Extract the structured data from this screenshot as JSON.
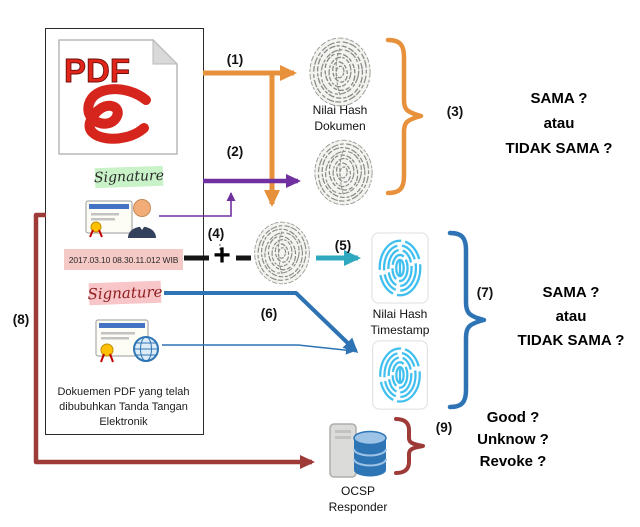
{
  "diagram": {
    "document_box": {
      "pdf_label": "PDF",
      "signature_green": "Signature",
      "signature_pink": "Signature",
      "timestamp": "2017.03.10 08.30.11.012 WIB",
      "caption": "Dokuemen PDF yang telah dibubuhkan Tanda Tangan Elektronik"
    },
    "steps": {
      "s1": "(1)",
      "s2": "(2)",
      "s3": "(3)",
      "s4": "(4)",
      "s5": "(5)",
      "s6": "(6)",
      "s7": "(7)",
      "s8": "(8)",
      "s9": "(9)"
    },
    "plus": "+",
    "nodes": {
      "hash_dokumen": {
        "line1": "Nilai Hash",
        "line2": "Dokumen"
      },
      "hash_timestamp": {
        "line1": "Nilai Hash",
        "line2": "Timestamp"
      },
      "ocsp": {
        "line1": "OCSP",
        "line2": "Responder"
      }
    },
    "outcomes": {
      "compare_document": {
        "line1": "SAMA ?",
        "line2": "atau",
        "line3": "TIDAK SAMA ?"
      },
      "compare_timestamp": {
        "line1": "SAMA ?",
        "line2": "atau",
        "line3": "TIDAK SAMA ?"
      },
      "ocsp_result": {
        "line1": "Good ?",
        "line2": "Unknow ?",
        "line3": "Revoke ?"
      }
    },
    "icons": {
      "pdf": "pdf-document-icon",
      "certificate_person": "digital-certificate-id-icon",
      "certificate_globe": "digital-certificate-globe-icon",
      "fingerprint_gray": "hash-fingerprint-icon",
      "fingerprint_blue": "hash-fingerprint-scan-icon",
      "ocsp_server": "server-database-icon"
    },
    "colors": {
      "orange": "#E8913C",
      "purple": "#7030A0",
      "teal": "#2FA9BF",
      "blue": "#2E74B5",
      "dark_red": "#9E3B38",
      "black": "#111111",
      "signature_green_bg": "#C9F2C8",
      "signature_pink_bg": "#F8C5C9",
      "timestamp_bg": "#F5C9C5"
    }
  }
}
